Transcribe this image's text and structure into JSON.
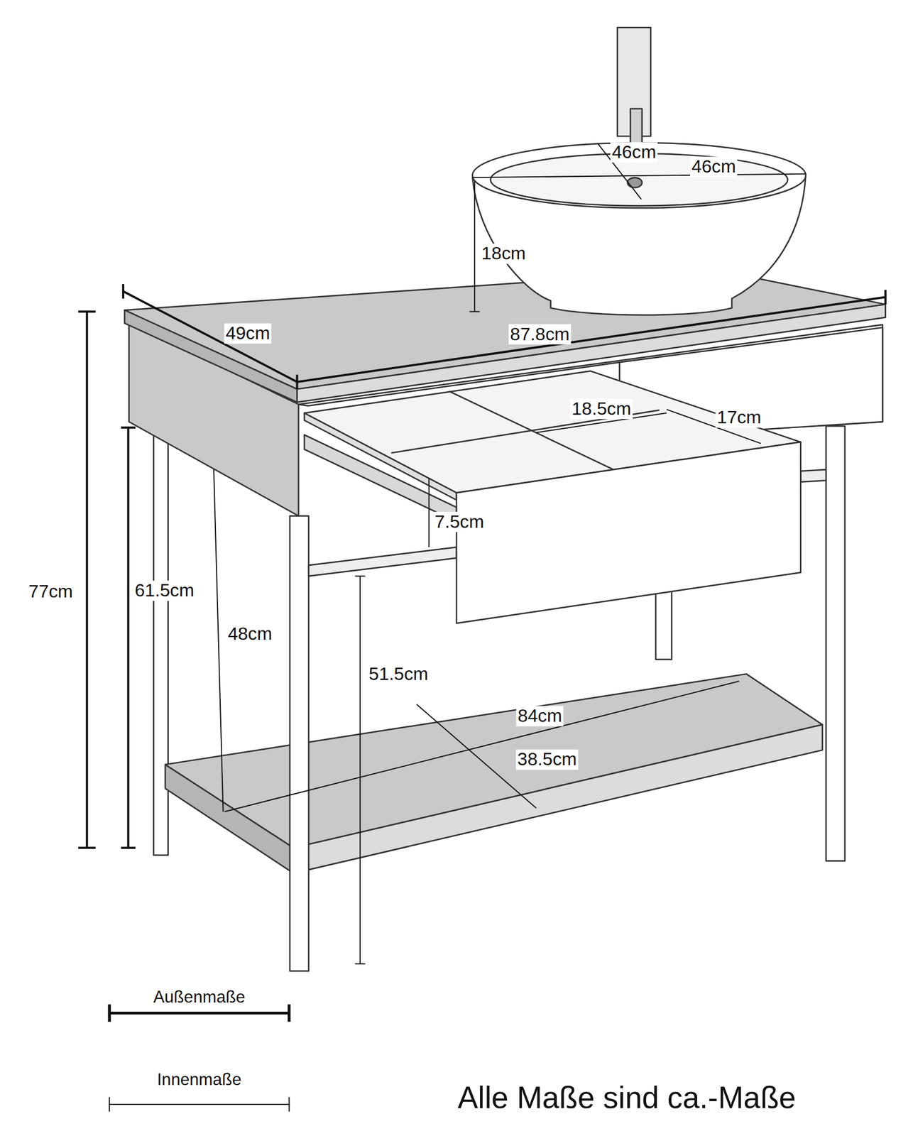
{
  "diagram": {
    "caption": "Alle Maße sind ca.-Maße",
    "labels": [
      "46cm",
      "46cm",
      "18cm",
      "49cm",
      "87.8cm",
      "18.5cm",
      "17cm",
      "7.5cm",
      "77cm",
      "61.5cm",
      "48cm",
      "51.5cm",
      "84cm",
      "38.5cm"
    ],
    "legend": [
      {
        "text": "Außenmaße"
      },
      {
        "text": "Innenmaße"
      }
    ]
  }
}
